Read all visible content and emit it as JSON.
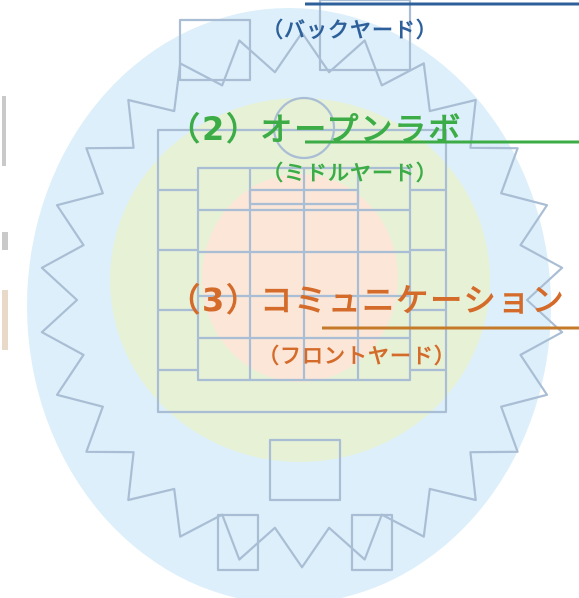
{
  "zones": {
    "backyard": {
      "subtitle": "（バックヤード）",
      "color": "#2d5f9a",
      "fill": "#dceffa"
    },
    "openlab": {
      "title": "（2）オープンラボ",
      "subtitle": "（ミドルヤード）",
      "color": "#3cac46",
      "fill": "#e6f1d6"
    },
    "communication": {
      "title": "（3）コミュニケーション",
      "subtitle": "（フロントヤード）",
      "color": "#d46b2a",
      "fill": "#fbe6d8"
    }
  },
  "floorplan": {
    "line_color": "#a9bed4"
  }
}
